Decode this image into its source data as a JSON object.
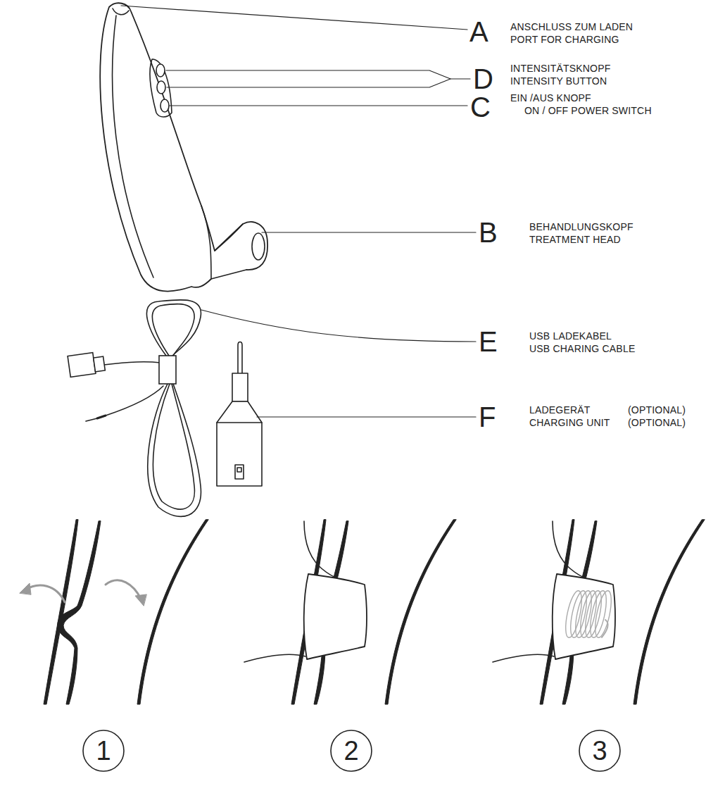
{
  "diagram": {
    "nodes": [
      {
        "text": [
          "1"
        ]
      },
      {
        "text": [
          "2"
        ]
      },
      {
        "text": [
          "3"
        ]
      }
    ],
    "labels": [
      "A",
      "ANSCHLUSS ZUM LADEN",
      "PORT FOR CHARGING",
      "D",
      "INTENSITÄTSKNOPF",
      "INTENSITY BUTTON",
      "C",
      "EIN /AUS KNOPF",
      "ON / OFF POWER SWITCH",
      "B",
      "BEHANDLUNGSKOPF",
      "TREATMENT HEAD",
      "E",
      "USB LADEKABEL",
      "USB CHARING CABLE",
      "F",
      "LADEGERÄT",
      "(OPTIONAL)",
      "CHARGING UNIT",
      "(OPTIONAL)"
    ]
  }
}
